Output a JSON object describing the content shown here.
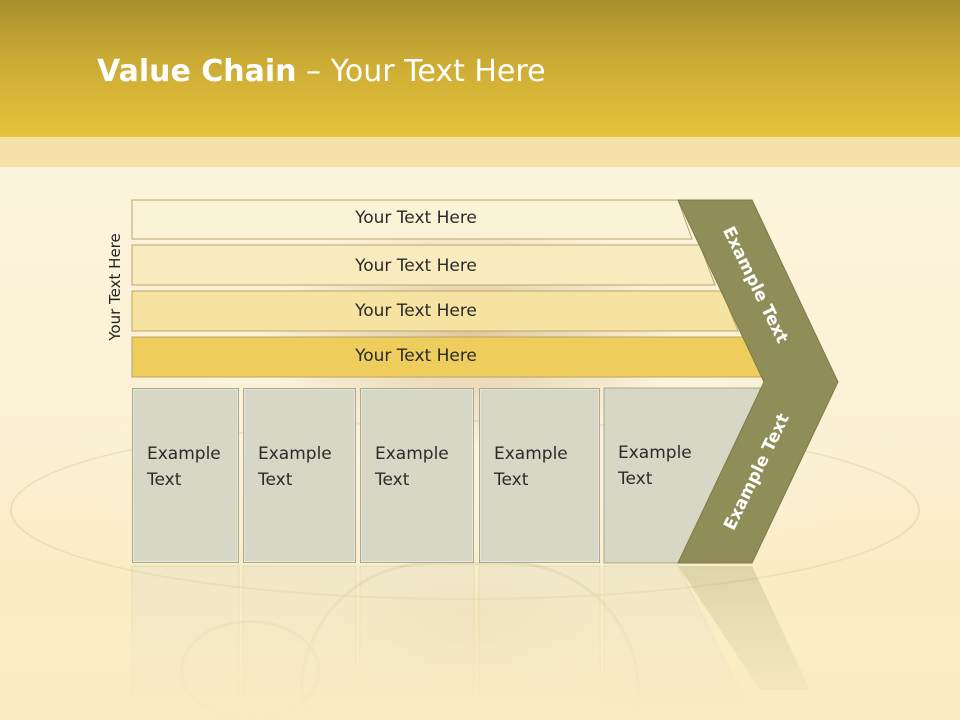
{
  "title": {
    "bold": "Value Chain",
    "rest": " – Your Text Here"
  },
  "side_label": "Your Text Here",
  "rows": [
    {
      "label": "Your Text Here",
      "color": "#fbf3d6"
    },
    {
      "label": "Your Text Here",
      "color": "#f8ebbd"
    },
    {
      "label": "Your Text Here",
      "color": "#f6e3a1"
    },
    {
      "label": "Your Text Here",
      "color": "#eecd5c"
    }
  ],
  "boxes": [
    {
      "line1": "Example",
      "line2": "Text"
    },
    {
      "line1": "Example",
      "line2": "Text"
    },
    {
      "line1": "Example",
      "line2": "Text"
    },
    {
      "line1": "Example",
      "line2": "Text"
    },
    {
      "line1": "Example",
      "line2": "Text"
    }
  ],
  "chevron": {
    "upper_label": "Example Text",
    "lower_label": "Example Text",
    "color": "#8f8e58"
  },
  "colors": {
    "header": "#e6c33c",
    "box_fill": "#d7d7c5",
    "box_border": "#a9a990"
  }
}
